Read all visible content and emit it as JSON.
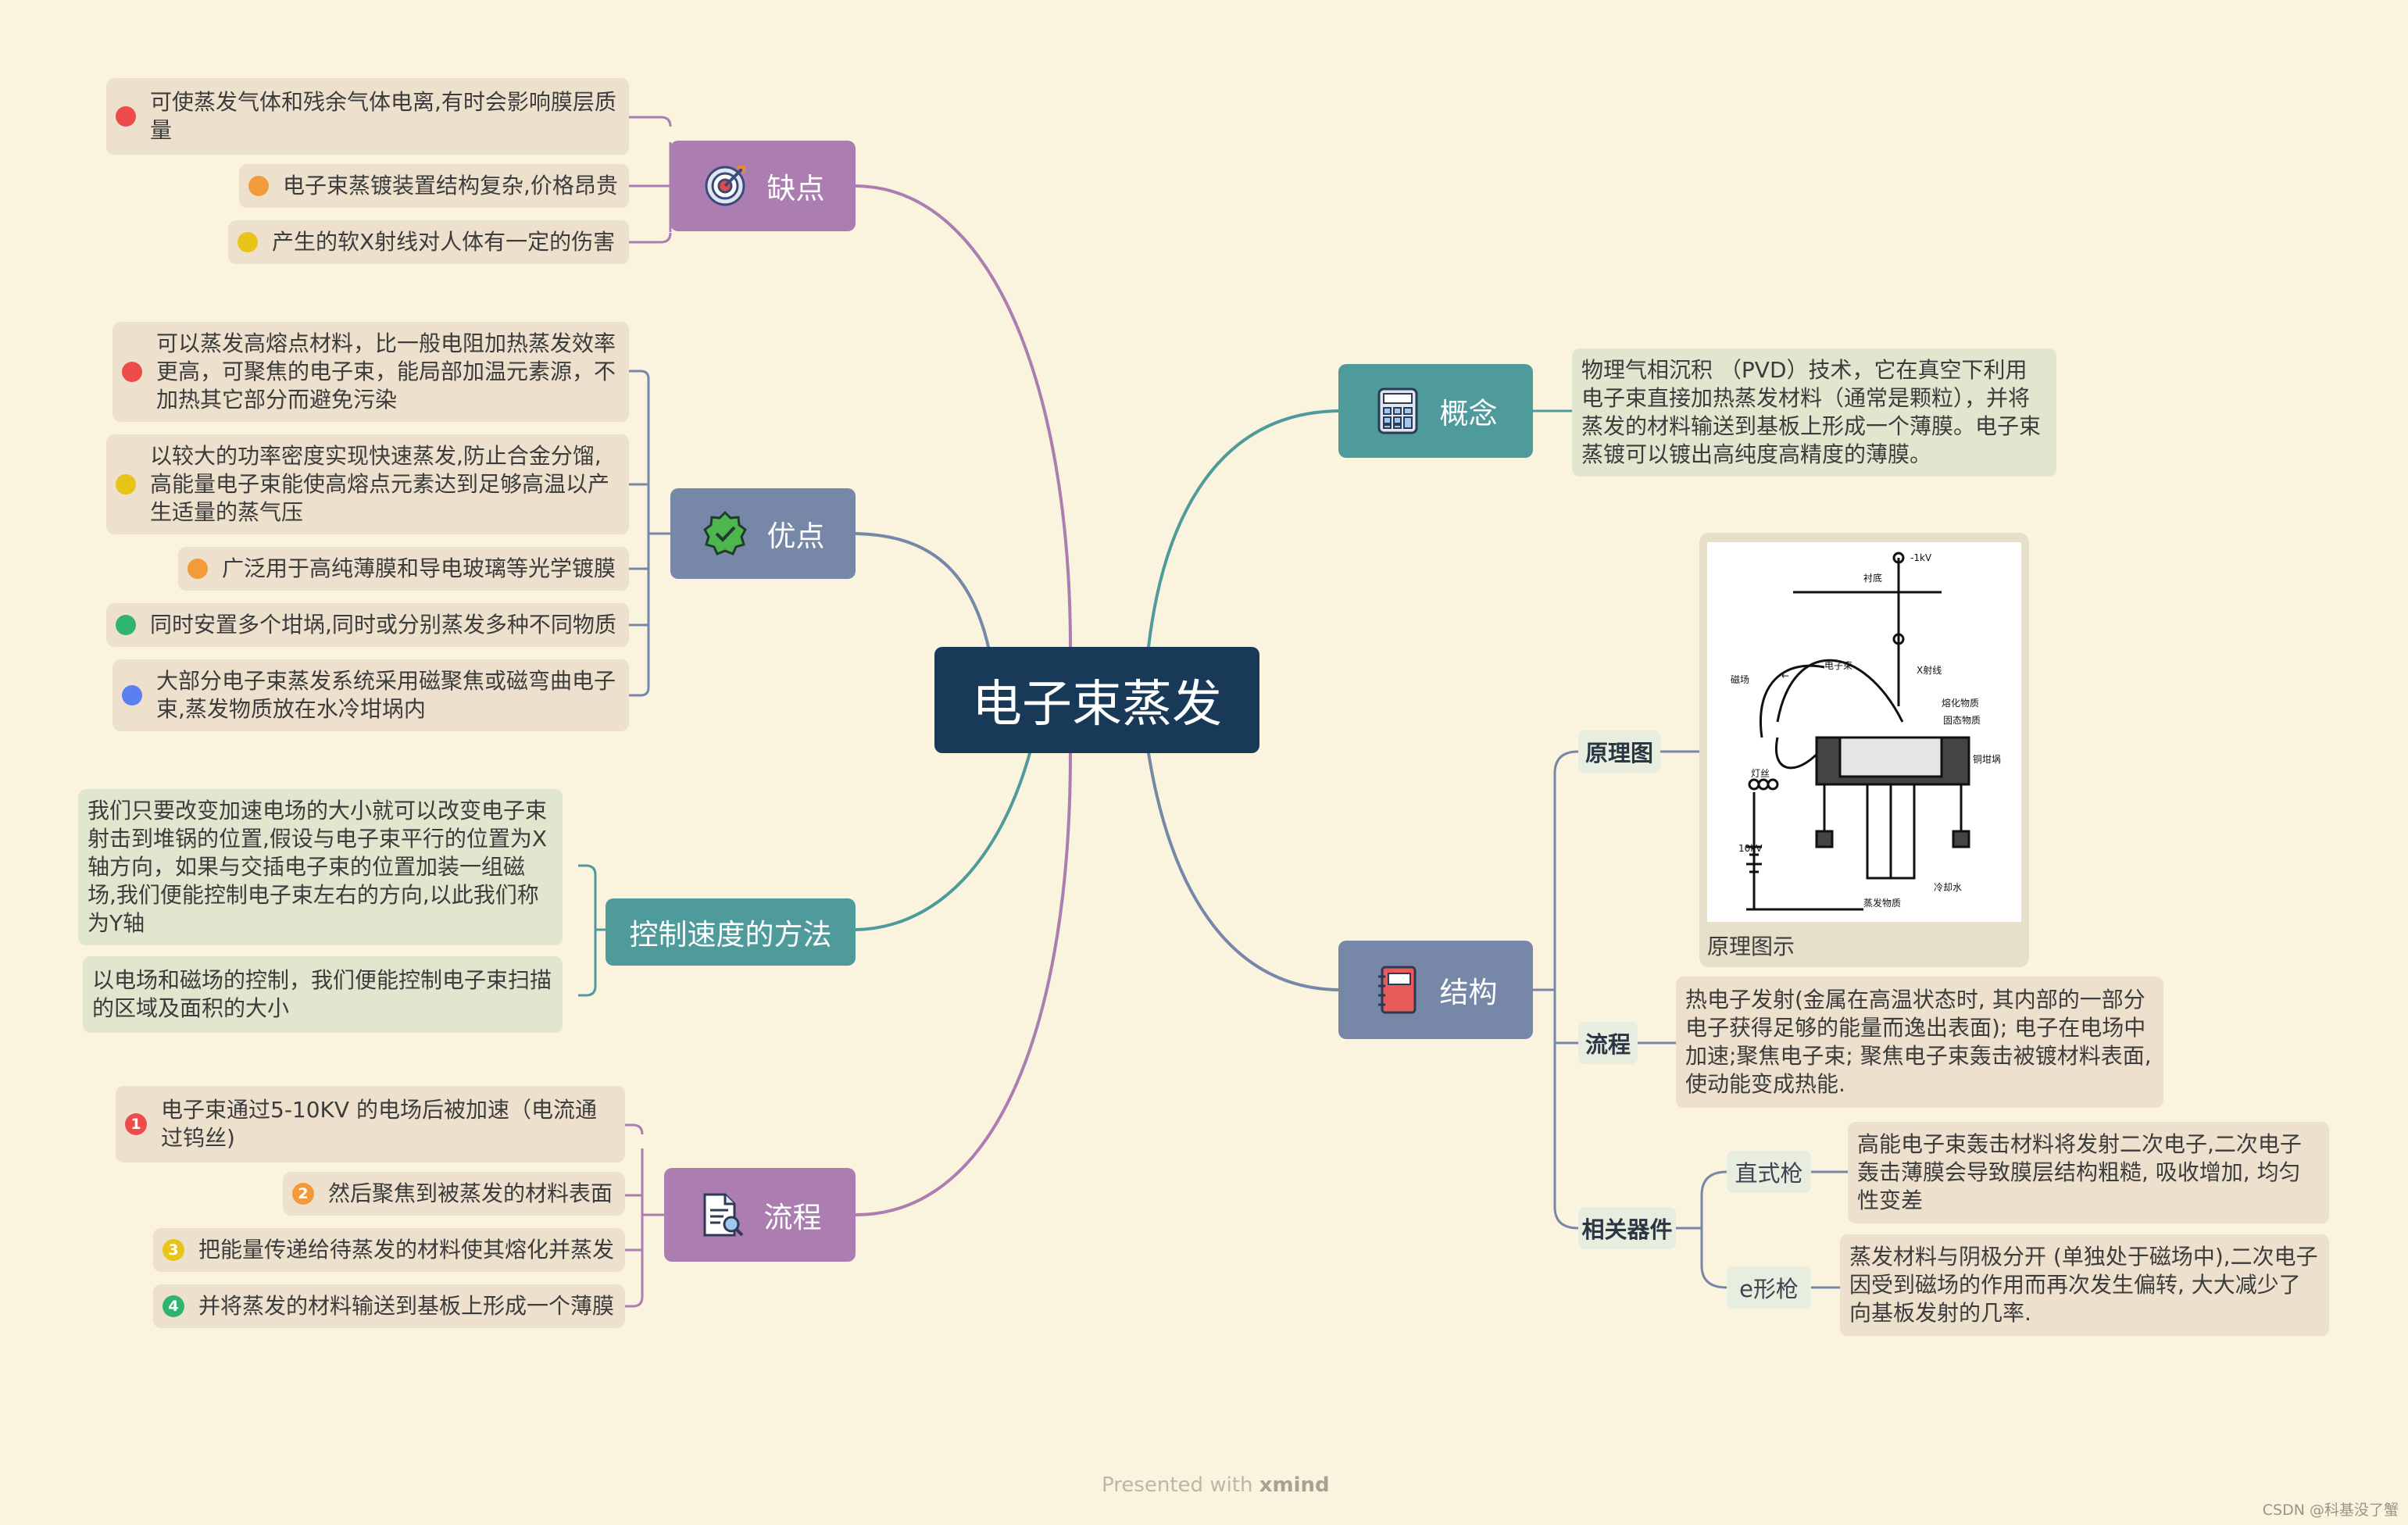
{
  "central": {
    "title": "电子束蒸发"
  },
  "topics": {
    "quedian": {
      "label": "缺点",
      "items": [
        "可使蒸发气体和残余气体电离,有时会影响膜层质量",
        "电子束蒸镀装置结构复杂,价格昂贵",
        "产生的软X射线对人体有一定的伤害"
      ]
    },
    "youdian": {
      "label": "优点",
      "items": [
        "可以蒸发高熔点材料，比一般电阻加热蒸发效率更高，可聚焦的电子束，能局部加温元素源，不加热其它部分而避免污染",
        "以较大的功率密度实现快速蒸发,防止合金分馏,高能量电子束能使高熔点元素达到足够高温以产生适量的蒸气压",
        "广泛用于高纯薄膜和导电玻璃等光学镀膜",
        "同时安置多个坩埚,同时或分别蒸发多种不同物质",
        "大部分电子束蒸发系统采用磁聚焦或磁弯曲电子束,蒸发物质放在水冷坩埚内"
      ]
    },
    "method": {
      "label": "控制速度的方法",
      "items": [
        "我们只要改变加速电场的大小就可以改变电子束射击到堆锅的位置,假设与电子束平行的位置为X轴方向，如果与交插电子束的位置加装一组磁场,我们便能控制电子束左右的方向,以此我们称为Y轴",
        "以电场和磁场的控制，我们便能控制电子束扫描的区域及面积的大小"
      ]
    },
    "liucheng": {
      "label": "流程",
      "items": [
        "电子束通过5-10KV 的电场后被加速（电流通过钨丝)",
        "然后聚焦到被蒸发的材料表面",
        "把能量传递给待蒸发的材料使其熔化并蒸发",
        "并将蒸发的材料输送到基板上形成一个薄膜"
      ]
    },
    "gainian": {
      "label": "概念",
      "text": "物理气相沉积 （PVD）技术，它在真空下利用电子束直接加热蒸发材料（通常是颗粒），并将蒸发的材料输送到基板上形成一个薄膜。电子束蒸镀可以镀出高纯度高精度的薄膜。"
    },
    "jiegou": {
      "label": "结构",
      "children": [
        {
          "label": "原理图",
          "caption": "原理图示"
        },
        {
          "label": "流程",
          "text": "热电子发射(金属在高温状态时, 其内部的一部分电子获得足够的能量而逸出表面); 电子在电场中加速;聚焦电子束; 聚焦电子束轰击被镀材料表面,使动能变成热能."
        },
        {
          "label": "相关器件",
          "items": [
            {
              "label": "直式枪",
              "text": "高能电子束轰击材料将发射二次电子,二次电子轰击薄膜会导致膜层结构粗糙, 吸收增加, 均匀性变差"
            },
            {
              "label": "e形枪",
              "text": "蒸发材料与阴极分开 (单独处于磁场中),二次电子因受到磁场的作用而再次发生偏转, 大大减少了向基板发射的几率."
            }
          ]
        }
      ]
    }
  },
  "footer": {
    "prefix": "Presented with",
    "brand": "xmind",
    "credit": "CSDN @科基没了蟹"
  }
}
